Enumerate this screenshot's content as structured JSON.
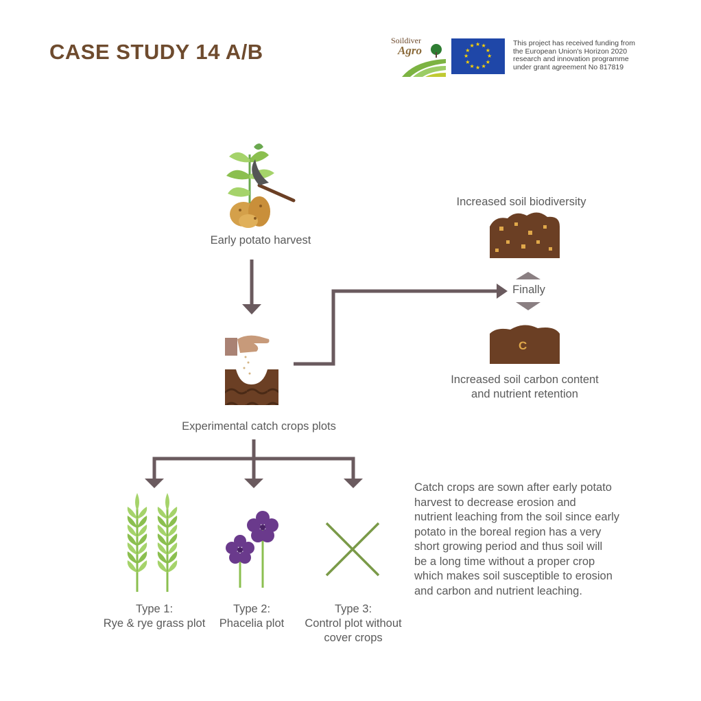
{
  "header": {
    "title": "CASE STUDY 14 A/B",
    "logo_top": "Soildiver",
    "logo_bottom": "Agro",
    "funding_lines": [
      "This project has received funding from",
      "the European Union's Horizon 2020",
      "research and innovation programme",
      "under grant agreement No 817819"
    ]
  },
  "diagram": {
    "early_harvest": "Early potato harvest",
    "experimental": "Experimental catch crops plots",
    "biodiversity": "Increased soil biodiversity",
    "finally": "Finally",
    "carbon_line1": "Increased soil carbon content",
    "carbon_line2": "and nutrient retention",
    "carbon_letter": "C",
    "type1_line1": "Type 1:",
    "type1_line2": "Rye & rye grass plot",
    "type2_line1": "Type 2:",
    "type2_line2": "Phacelia plot",
    "type3_line1": "Type 3:",
    "type3_line2": "Control plot without",
    "type3_line3": "cover crops"
  },
  "description": [
    "Catch crops are sown after early potato",
    "harvest to decrease erosion and",
    "nutrient leaching from the soil since early",
    "potato in the boreal region has a very",
    "short growing period and thus soil will",
    "be a long time without a proper crop",
    "which makes soil susceptible to erosion",
    "and carbon and nutrient leaching."
  ],
  "colors": {
    "title_brown": "#6e4b2e",
    "arrow_gray": "#6a5a5e",
    "soil_brown": "#6b3f24",
    "eu_blue": "#1f47a8",
    "eu_star": "#ffd400",
    "leaf_green": "#8bbf4f",
    "phacelia_purple": "#6a3a8c"
  }
}
